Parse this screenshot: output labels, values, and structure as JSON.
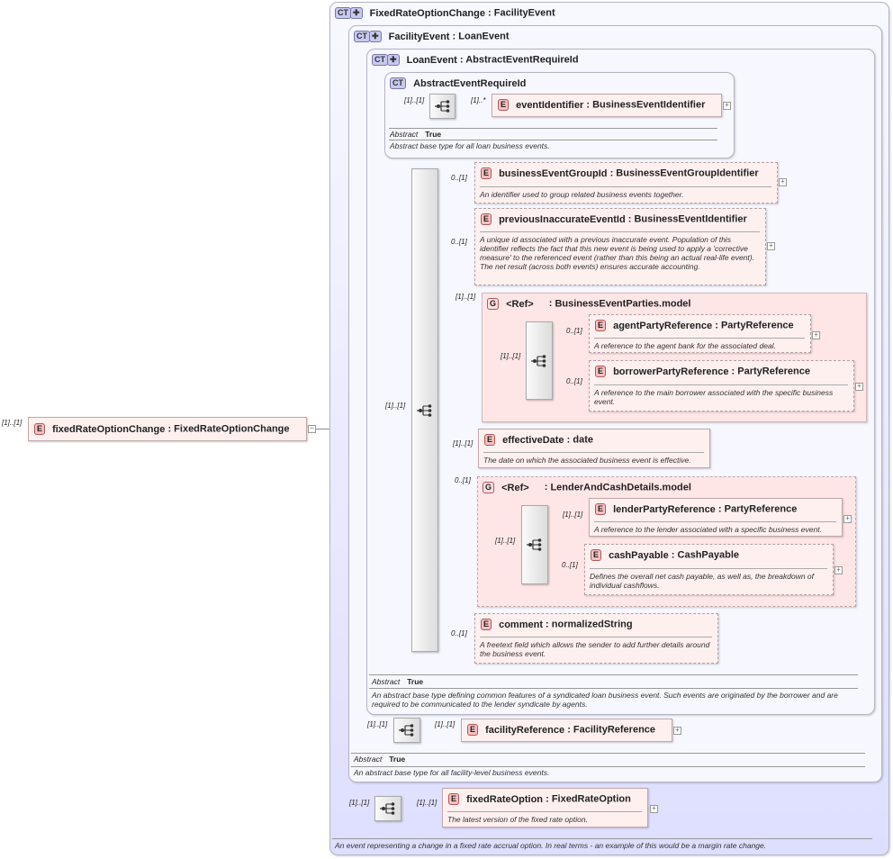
{
  "root": {
    "badge": "E",
    "name": "fixedRateOptionChange",
    "type": "FixedRateOptionChange",
    "mult": "[1]..[1]"
  },
  "ct_outer": {
    "badge": "CT",
    "name": "FixedRateOptionChange",
    "base": "FacilityEvent",
    "doc": "An event representing a change in a fixed rate accrual option. In real terms - an example of this would be a margin rate change."
  },
  "ct_facility": {
    "badge": "CT",
    "name": "FacilityEvent",
    "base": "LoanEvent",
    "abstract_label": "Abstract",
    "abstract_value": "True",
    "doc": "An abstract base type for all facility-level business events."
  },
  "ct_loan": {
    "badge": "CT",
    "name": "LoanEvent",
    "base": "AbstractEventRequireId",
    "abstract_label": "Abstract",
    "abstract_value": "True",
    "doc": "An abstract base type defining common features of a syndicated loan business event. Such events are originated by the borrower and are required to be communicated to the lender syndicate by agents."
  },
  "ct_abstract": {
    "badge": "CT",
    "name": "AbstractEventRequireId",
    "abstract_label": "Abstract",
    "abstract_value": "True",
    "doc": "Abstract base type for all loan business events."
  },
  "separator": ":",
  "elements": {
    "eventIdentifier": {
      "badge": "E",
      "name": "eventIdentifier",
      "type": "BusinessEventIdentifier",
      "mult": "[1]..*",
      "seq_mult": "[1]..[1]"
    },
    "businessEventGroupId": {
      "badge": "E",
      "name": "businessEventGroupId",
      "type": "BusinessEventGroupIdentifier",
      "mult": "0..[1]",
      "doc": "An identifier used to group related business events together."
    },
    "previousInaccurateEventId": {
      "badge": "E",
      "name": "previousInaccurateEventId",
      "type": "BusinessEventIdentifier",
      "mult": "0..[1]",
      "doc": "A unique id associated with a previous inaccurate event. Population of this identifier reflects the fact that this new event is being used to apply a 'corrective measure' to the referenced event (rather than this being an actual real-life event). The net result (across both events) ensures accurate accounting."
    },
    "agentPartyReference": {
      "badge": "E",
      "name": "agentPartyReference",
      "type": "PartyReference",
      "mult": "0..[1]",
      "doc": "A reference to the agent bank for the associated deal."
    },
    "borrowerPartyReference": {
      "badge": "E",
      "name": "borrowerPartyReference",
      "type": "PartyReference",
      "mult": "0..[1]",
      "doc": "A reference to the main borrower associated with the specific business event."
    },
    "effectiveDate": {
      "badge": "E",
      "name": "effectiveDate",
      "type": "date",
      "mult": "[1]..[1]",
      "doc": "The date on which the associated business event is effective."
    },
    "lenderPartyReference": {
      "badge": "E",
      "name": "lenderPartyReference",
      "type": "PartyReference",
      "mult": "[1]..[1]",
      "doc": "A reference to the lender associated with a specific business event."
    },
    "cashPayable": {
      "badge": "E",
      "name": "cashPayable",
      "type": "CashPayable",
      "mult": "0..[1]",
      "doc": "Defines the overall net cash payable, as well as, the breakdown of individual cashflows."
    },
    "comment": {
      "badge": "E",
      "name": "comment",
      "type": "normalizedString",
      "mult": "0..[1]",
      "doc": "A freetext field which allows the sender to add further details around the business event."
    },
    "facilityReference": {
      "badge": "E",
      "name": "facilityReference",
      "type": "FacilityReference",
      "mult": "[1]..[1]",
      "seq_mult": "[1]..[1]"
    },
    "fixedRateOption": {
      "badge": "E",
      "name": "fixedRateOption",
      "type": "FixedRateOption",
      "mult": "[1]..[1]",
      "seq_mult": "[1]..[1]",
      "doc": "The latest version of the fixed rate option."
    }
  },
  "groups": {
    "parties": {
      "badge": "G",
      "ref": "<Ref>",
      "name": "BusinessEventParties.model",
      "mult": "[1]..[1]",
      "seq_mult": "[1]..[1]"
    },
    "lender": {
      "badge": "G",
      "ref": "<Ref>",
      "name": "LenderAndCashDetails.model",
      "mult": "0..[1]",
      "seq_mult": "[1]..[1]"
    }
  },
  "main_seq_mult": "[1]..[1]",
  "icons": {
    "sequence": "sequence-icon",
    "expand": "expand-plus-icon",
    "collapse": "collapse-minus-icon"
  },
  "colors": {
    "ct_fill": "#dedeff",
    "element_fill": "#fff0f0",
    "group_fill": "#ffe6e6",
    "badge_ct": "#c8c8f0",
    "badge_e": "#f6c0c0"
  }
}
